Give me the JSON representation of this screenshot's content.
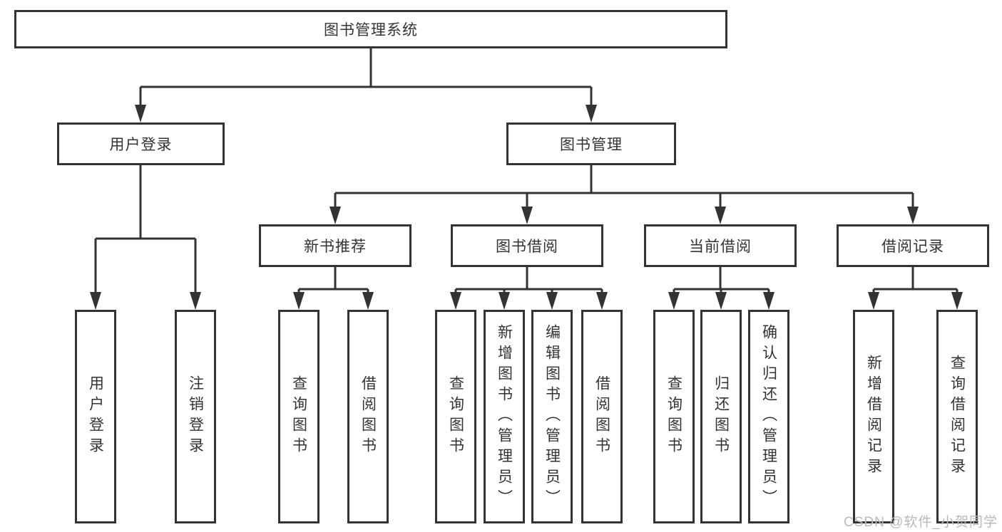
{
  "diagram_title": "图书管理系统",
  "nodes": {
    "root": "图书管理系统",
    "user_login": "用户登录",
    "book_management": "图书管理",
    "new_book_recommend": "新书推荐",
    "book_borrow": "图书借阅",
    "current_borrow": "当前借阅",
    "borrow_records": "借阅记录",
    "leaf_user_login": "用户登录",
    "leaf_logout": "注销登录",
    "leaf_query_book_1": "查询图书",
    "leaf_borrow_book_1": "借阅图书",
    "leaf_query_book_2": "查询图书",
    "leaf_add_book_admin": "新增图书（管理员）",
    "leaf_edit_book_admin": "编辑图书（管理员）",
    "leaf_borrow_book_2": "借阅图书",
    "leaf_query_book_3": "查询图书",
    "leaf_return_book": "归还图书",
    "leaf_confirm_return_admin": "确认归还（管理员）",
    "leaf_add_borrow_record": "新增借阅记录",
    "leaf_query_borrow_record": "查询借阅记录"
  },
  "hierarchy": {
    "图书管理系统": {
      "用户登录": [
        "用户登录",
        "注销登录"
      ],
      "图书管理": {
        "新书推荐": [
          "查询图书",
          "借阅图书"
        ],
        "图书借阅": [
          "查询图书",
          "新增图书（管理员）",
          "编辑图书（管理员）",
          "借阅图书"
        ],
        "当前借阅": [
          "查询图书",
          "归还图书",
          "确认归还（管理员）"
        ],
        "借阅记录": [
          "新增借阅记录",
          "查询借阅记录"
        ]
      }
    }
  },
  "watermark": "CSDN @软件_小贺同学",
  "colors": {
    "line": "#333333",
    "text": "#333333",
    "box_background": "#ffffff",
    "watermark": "#b9b9b9"
  }
}
